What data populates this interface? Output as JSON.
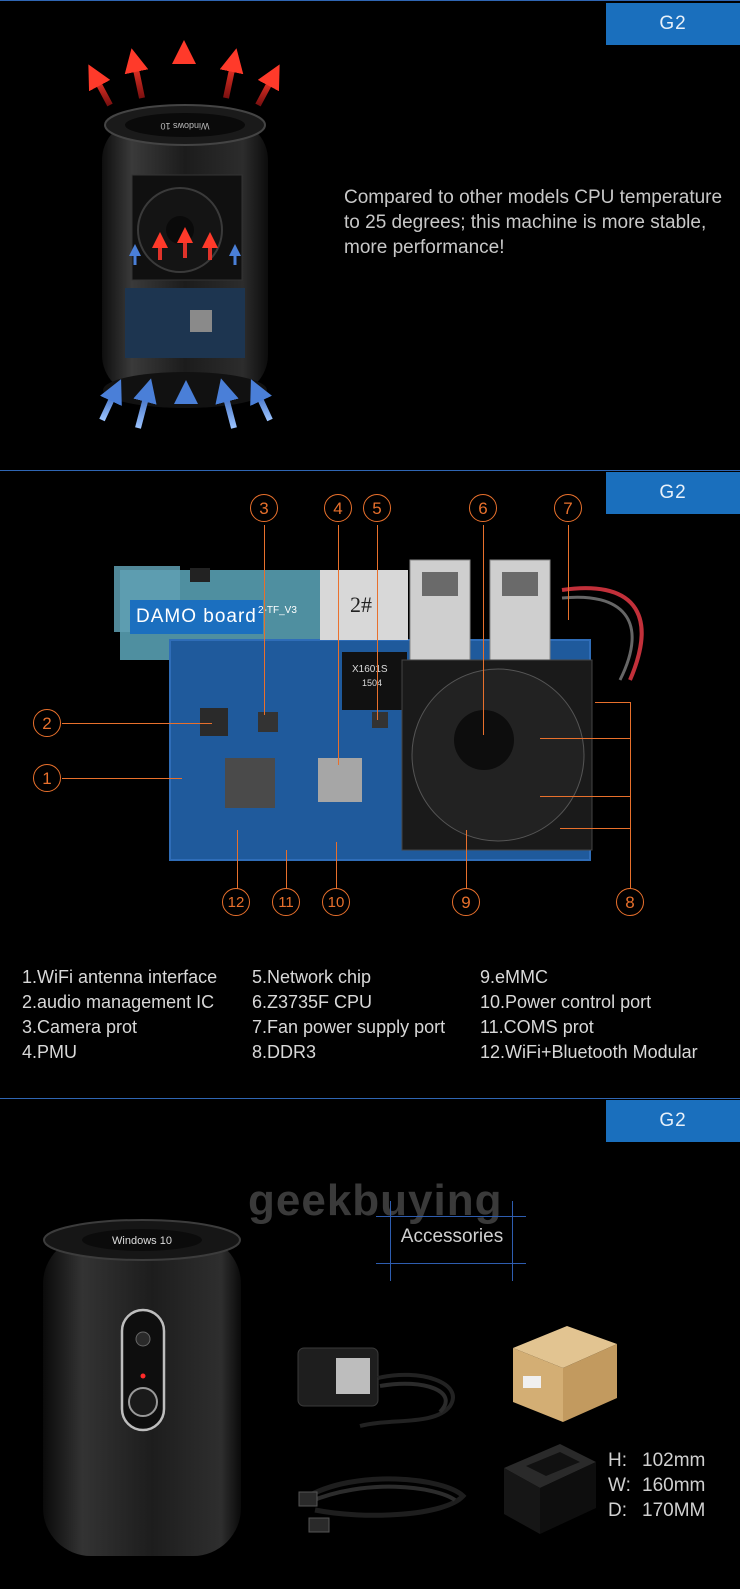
{
  "sections": {
    "cooling": {
      "tag": "G2",
      "description": "Compared to other models CPU temperature to 25 degrees; this machine is more stable, more performance!",
      "device_brand": "Windows 10"
    },
    "board": {
      "tag": "G2",
      "board_label": "DAMO board",
      "board_print": "2-TF_V3",
      "chip_sticker": "2#",
      "chip_marking": "X1601S",
      "chip_sub": "1504",
      "callouts": [
        "1",
        "2",
        "3",
        "4",
        "5",
        "6",
        "7",
        "8",
        "9",
        "10",
        "11",
        "12"
      ],
      "specs": {
        "col1": [
          "1.WiFi antenna interface",
          "2.audio management IC",
          "3.Camera prot",
          "4.PMU"
        ],
        "col2": [
          "5.Network chip",
          "6.Z3735F CPU",
          "7.Fan power supply port",
          "8.DDR3"
        ],
        "col3": [
          "9.eMMC",
          "10.Power control  port",
          "11.COMS prot",
          "12.WiFi+Bluetooth Modular"
        ]
      }
    },
    "accessories": {
      "tag": "G2",
      "watermark": "geekbuying",
      "title": "Accessories",
      "device_brand": "Windows 10",
      "dims": [
        {
          "label": "H:",
          "value": "102mm"
        },
        {
          "label": "W:",
          "value": "160mm"
        },
        {
          "label": "D:",
          "value": "170MM"
        }
      ]
    }
  }
}
